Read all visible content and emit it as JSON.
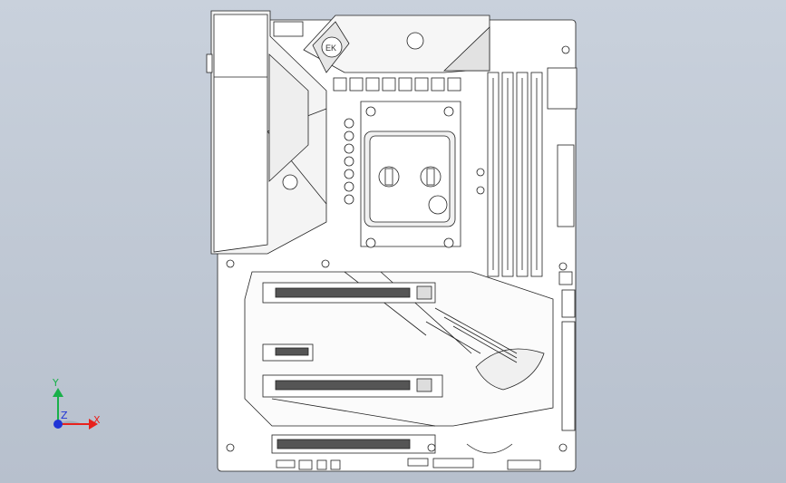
{
  "triad": {
    "x_label": "X",
    "y_label": "Y",
    "z_label": "Z",
    "colors": {
      "x": "#e8211c",
      "y": "#19b04a",
      "z": "#2034d6"
    }
  },
  "model": {
    "background": "#c3cbd7",
    "board_fill": "#ffffff",
    "line_color": "#202020",
    "logo_text": "EK",
    "icons": [
      "cpu-waterblock",
      "vrm-heatsink",
      "chipset-heatsink",
      "rog-logo"
    ]
  }
}
